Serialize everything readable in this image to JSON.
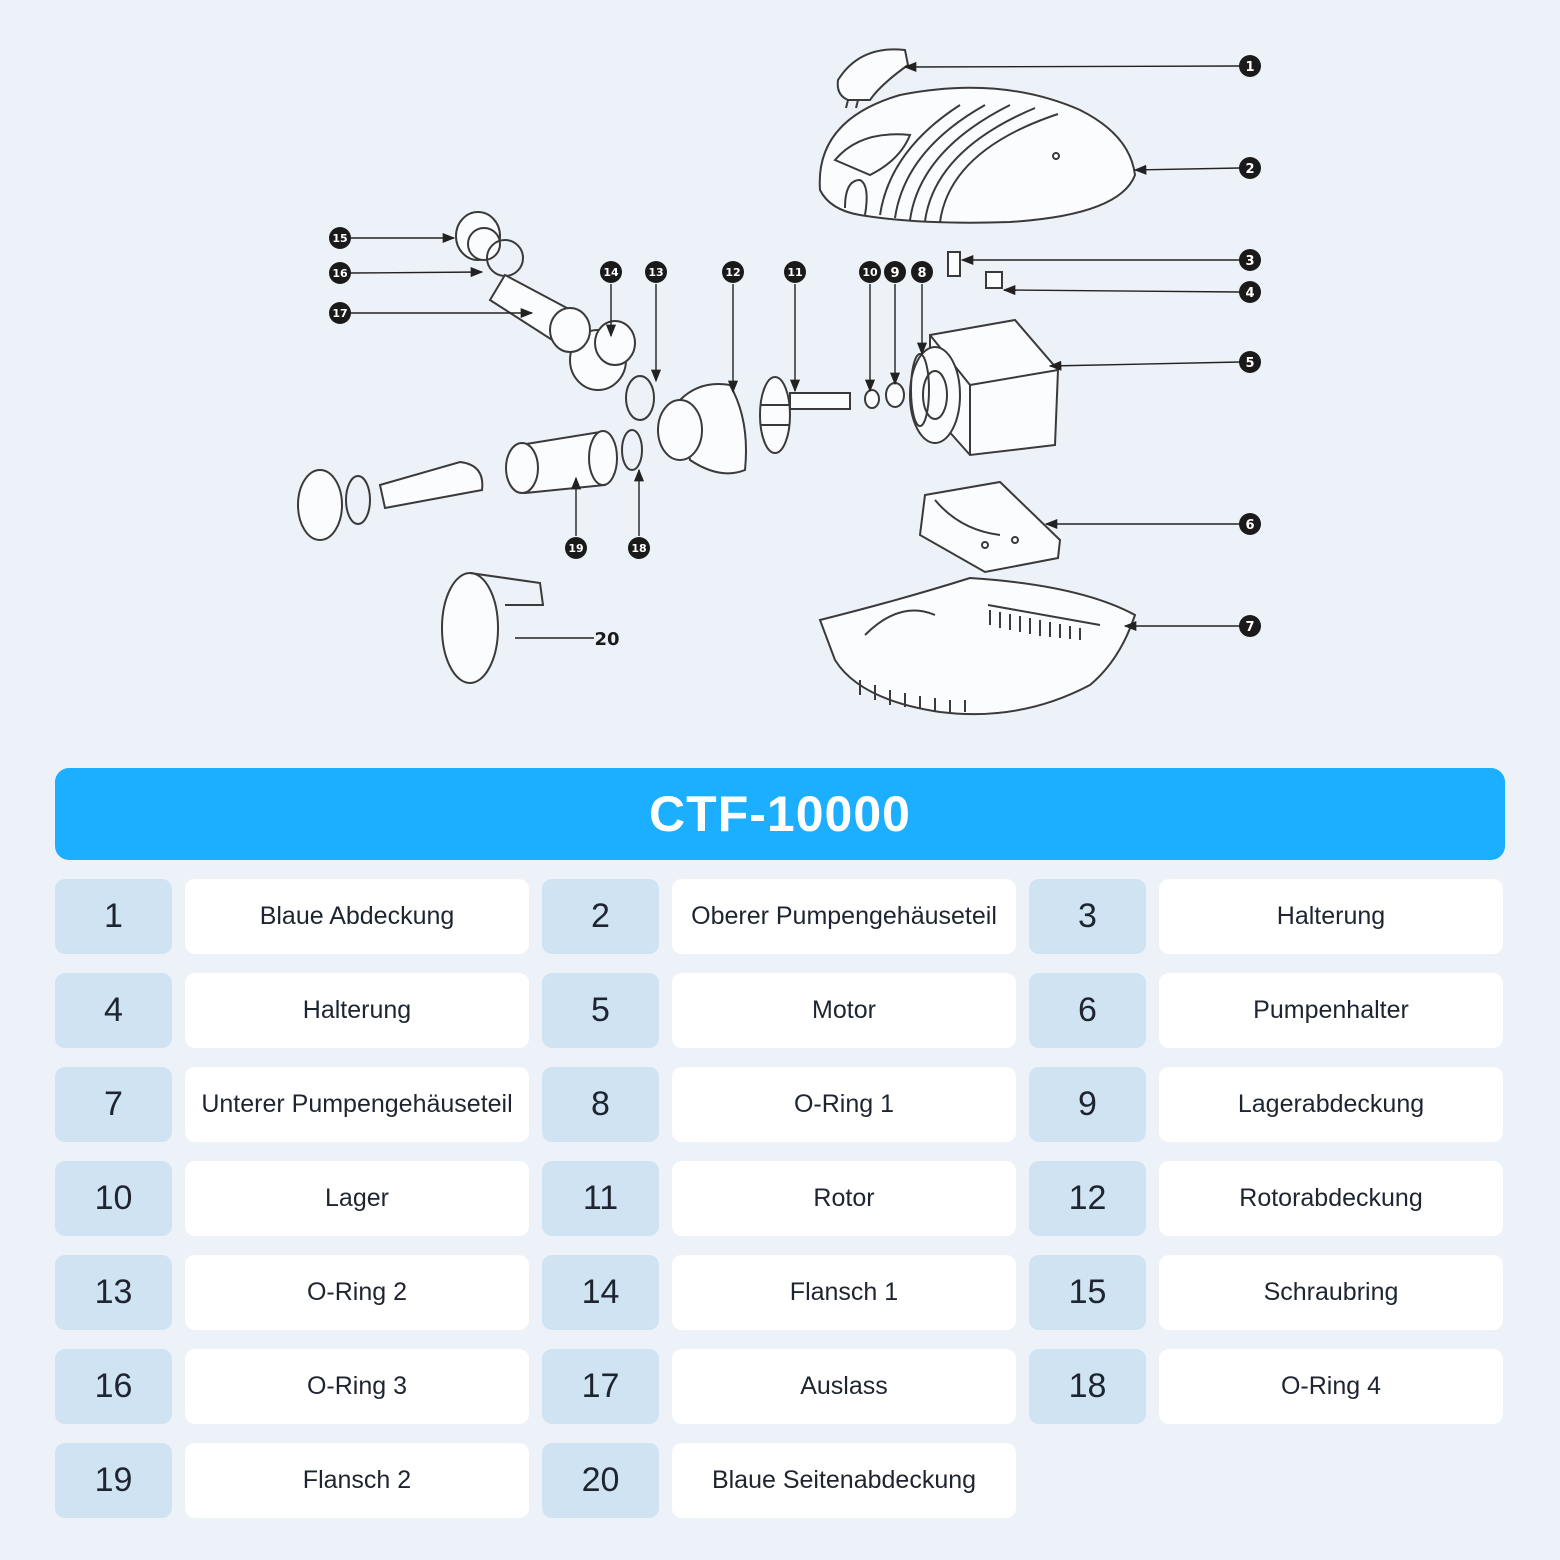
{
  "title": "CTF-10000",
  "colors": {
    "accent": "#1caeff",
    "number_cell": "#cfe3f2",
    "name_cell": "#ffffff",
    "background": "#edf2f8"
  },
  "diagram": {
    "callouts": [
      {
        "id": "1"
      },
      {
        "id": "2"
      },
      {
        "id": "3"
      },
      {
        "id": "4"
      },
      {
        "id": "5"
      },
      {
        "id": "6"
      },
      {
        "id": "7"
      },
      {
        "id": "8"
      },
      {
        "id": "9"
      },
      {
        "id": "10"
      },
      {
        "id": "11"
      },
      {
        "id": "12"
      },
      {
        "id": "13"
      },
      {
        "id": "14"
      },
      {
        "id": "15"
      },
      {
        "id": "16"
      },
      {
        "id": "17"
      },
      {
        "id": "18"
      },
      {
        "id": "19"
      },
      {
        "id": "20"
      }
    ]
  },
  "parts": [
    {
      "num": "1",
      "name": "Blaue Abdeckung"
    },
    {
      "num": "2",
      "name": "Oberer Pumpengehäuseteil"
    },
    {
      "num": "3",
      "name": "Halterung"
    },
    {
      "num": "4",
      "name": "Halterung"
    },
    {
      "num": "5",
      "name": "Motor"
    },
    {
      "num": "6",
      "name": "Pumpenhalter"
    },
    {
      "num": "7",
      "name": "Unterer Pumpengehäuseteil"
    },
    {
      "num": "8",
      "name": "O-Ring 1"
    },
    {
      "num": "9",
      "name": "Lagerabdeckung"
    },
    {
      "num": "10",
      "name": "Lager"
    },
    {
      "num": "11",
      "name": "Rotor"
    },
    {
      "num": "12",
      "name": "Rotorabdeckung"
    },
    {
      "num": "13",
      "name": "O-Ring 2"
    },
    {
      "num": "14",
      "name": "Flansch 1"
    },
    {
      "num": "15",
      "name": "Schraubring"
    },
    {
      "num": "16",
      "name": "O-Ring 3"
    },
    {
      "num": "17",
      "name": "Auslass"
    },
    {
      "num": "18",
      "name": "O-Ring 4"
    },
    {
      "num": "19",
      "name": "Flansch 2"
    },
    {
      "num": "20",
      "name": "Blaue Seitenabdeckung"
    }
  ]
}
